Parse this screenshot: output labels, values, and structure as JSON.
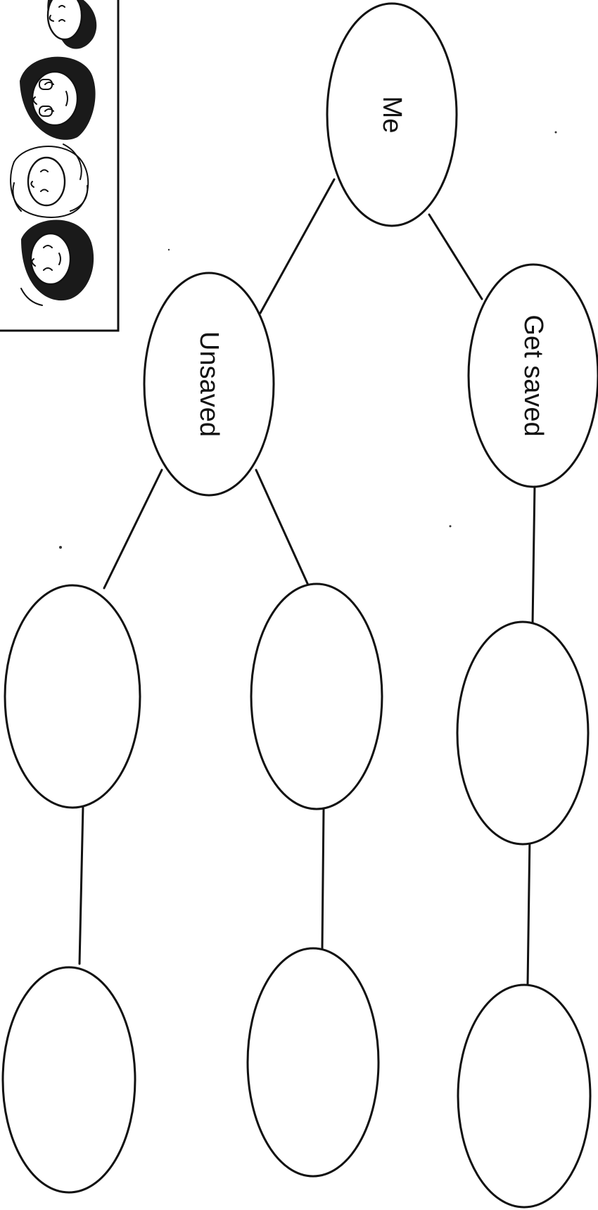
{
  "diagram": {
    "type": "tree",
    "orientation": "rotated-90-clockwise",
    "nodes": [
      {
        "id": "me",
        "label": "Me"
      },
      {
        "id": "get-saved",
        "label": "Get saved"
      },
      {
        "id": "unsaved",
        "label": "Unsaved"
      },
      {
        "id": "get-saved-child-1",
        "label": ""
      },
      {
        "id": "get-saved-child-2",
        "label": ""
      },
      {
        "id": "unsaved-child-a-1",
        "label": ""
      },
      {
        "id": "unsaved-child-a-2",
        "label": ""
      },
      {
        "id": "unsaved-child-b-1",
        "label": ""
      },
      {
        "id": "unsaved-child-b-2",
        "label": ""
      }
    ],
    "edges": [
      [
        "me",
        "get-saved"
      ],
      [
        "me",
        "unsaved"
      ],
      [
        "get-saved",
        "get-saved-child-1"
      ],
      [
        "get-saved-child-1",
        "get-saved-child-2"
      ],
      [
        "unsaved",
        "unsaved-child-a-1"
      ],
      [
        "unsaved-child-a-1",
        "unsaved-child-a-2"
      ],
      [
        "unsaved",
        "unsaved-child-b-1"
      ],
      [
        "unsaved-child-b-1",
        "unsaved-child-b-2"
      ]
    ]
  },
  "illustration": {
    "subject": "sketch of four children's faces",
    "icon": "children-faces-sketch"
  },
  "colors": {
    "ink": "#111111",
    "paper": "#ffffff"
  }
}
